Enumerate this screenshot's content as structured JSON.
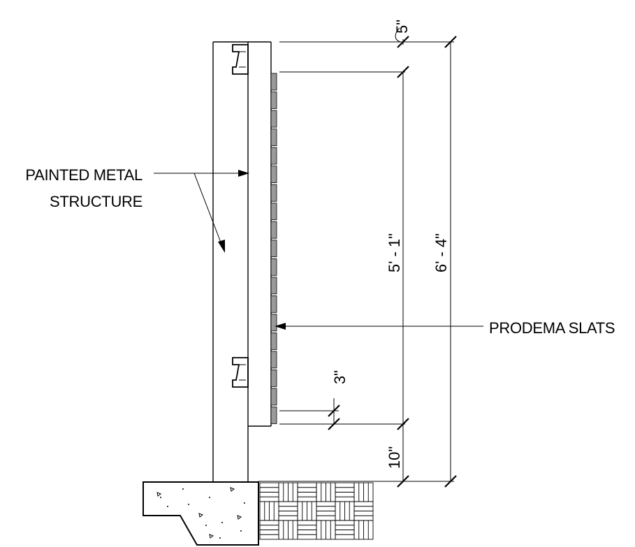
{
  "labels": {
    "painted_metal_line1": "PAINTED METAL",
    "painted_metal_line2": "STRUCTURE",
    "prodema_slats": "PRODEMA SLATS"
  },
  "dimensions": {
    "top_offset": "5\"",
    "slat_height": "5' - 1\"",
    "overall_height": "6' - 4\"",
    "bottom_gap": "3\"",
    "base_height": "10\""
  },
  "colors": {
    "line": "#000000",
    "slat_fill": "#9a9a9a",
    "background": "#ffffff"
  }
}
